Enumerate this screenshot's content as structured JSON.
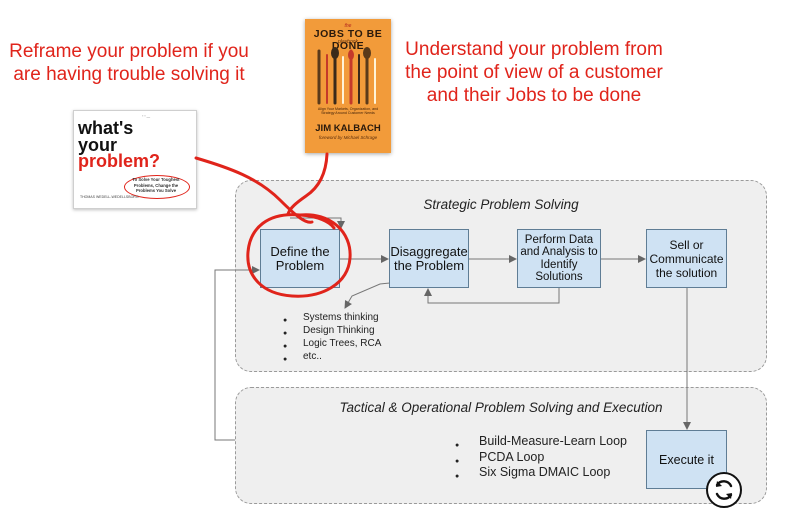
{
  "notes": {
    "left": "Reframe your problem if you are having trouble solving it",
    "right": "Understand your problem from the point of view of a customer and their Jobs to be done"
  },
  "books": {
    "problem": {
      "line1": "what's",
      "line2": "your",
      "line3": "problem?",
      "oval_text": "To Solve Your Toughest Problems, Change the Problems You Solve",
      "authors": "THOMAS WEDELL-WEDELLSBORG"
    },
    "jtbd": {
      "the": "the",
      "title": "JOBS TO BE DONE",
      "subtitle": "playbook",
      "tagline": "Align Your Markets, Organization, and Strategy Around Customer Needs",
      "author": "JIM KALBACH",
      "foreword": "foreword by Michael Schrage"
    }
  },
  "strategic": {
    "title": "Strategic Problem Solving",
    "steps": {
      "define": "Define the Problem",
      "disaggregate": "Disaggregate the Problem",
      "perform": "Perform Data and Analysis to Identify Solutions",
      "sell": "Sell or Communicate the solution"
    },
    "methods": [
      "Systems thinking",
      "Design Thinking",
      "Logic Trees, RCA",
      "etc.."
    ]
  },
  "tactical": {
    "title": "Tactical & Operational Problem Solving and Execution",
    "loops": [
      "Build-Measure-Learn Loop",
      "PCDA Loop",
      "Six Sigma DMAIC Loop"
    ],
    "execute": "Execute it"
  },
  "icons": {
    "sync": "sync-icon",
    "arrow": "arrow-icon"
  },
  "colors": {
    "accent_red": "#e0241b",
    "step_fill": "#cfe2f3",
    "book_orange": "#f29b3a",
    "group_fill": "#efefef"
  }
}
